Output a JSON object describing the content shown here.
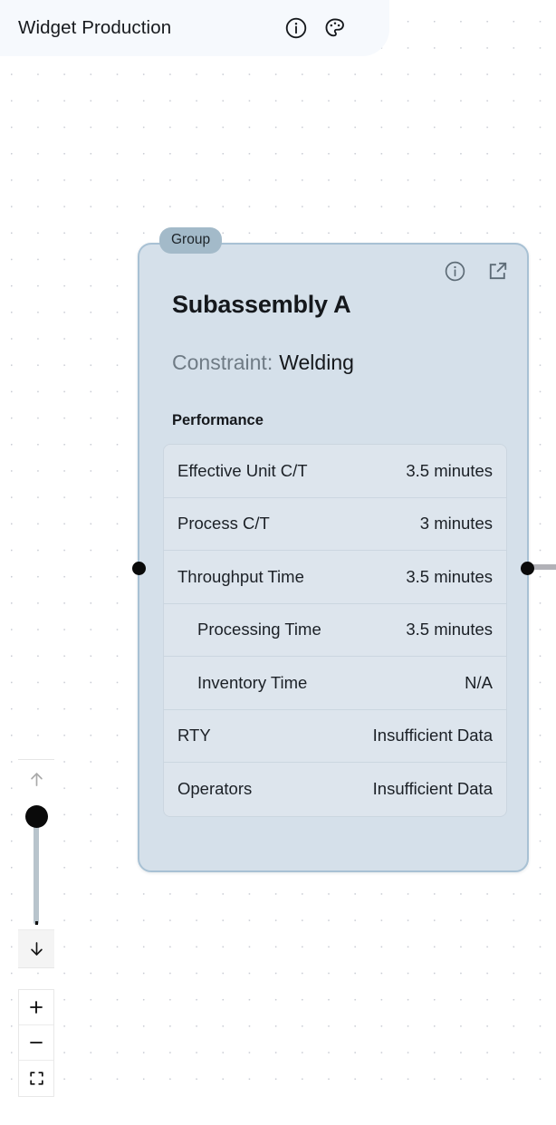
{
  "header": {
    "title": "Widget Production",
    "icons": [
      {
        "name": "info-icon",
        "label": "Info"
      },
      {
        "name": "palette-icon",
        "label": "Theme"
      }
    ]
  },
  "node": {
    "badge": "Group",
    "title": "Subassembly A",
    "constraint_label": "Constraint:",
    "constraint_value": "Welding",
    "performance_heading": "Performance",
    "icons": [
      {
        "name": "info-icon",
        "label": "Node info"
      },
      {
        "name": "external-link-icon",
        "label": "Open"
      }
    ],
    "metrics": [
      {
        "label": "Effective Unit C/T",
        "value": "3.5 minutes",
        "indent": false
      },
      {
        "label": "Process C/T",
        "value": "3 minutes",
        "indent": false
      },
      {
        "label": "Throughput Time",
        "value": "3.5 minutes",
        "indent": false
      },
      {
        "label": "Processing Time",
        "value": "3.5 minutes",
        "indent": true
      },
      {
        "label": "Inventory Time",
        "value": "N/A",
        "indent": true
      },
      {
        "label": "RTY",
        "value": "Insufficient Data",
        "indent": false
      },
      {
        "label": "Operators",
        "value": "Insufficient Data",
        "indent": false
      }
    ]
  },
  "controls": {
    "slider": {
      "up_label": "Scroll up",
      "down_label": "Scroll down",
      "position_percent": 6
    },
    "zoom": {
      "in_label": "+",
      "out_label": "−",
      "fit_label": "Fit view"
    }
  },
  "colors": {
    "canvas": "#ffffff",
    "grid_dot": "#c9ccd4",
    "header_bar": "#f6f9fd",
    "node_fill": "#d5e0ea",
    "node_border": "#a8c1d4",
    "badge_fill": "#a3bac9",
    "table_fill": "#dde5ed",
    "table_divider": "#cbd6e0",
    "handle": "#0a0a0a",
    "edge": "#b1b1b7",
    "text_primary": "#15181c",
    "text_muted": "#6f7b85"
  }
}
